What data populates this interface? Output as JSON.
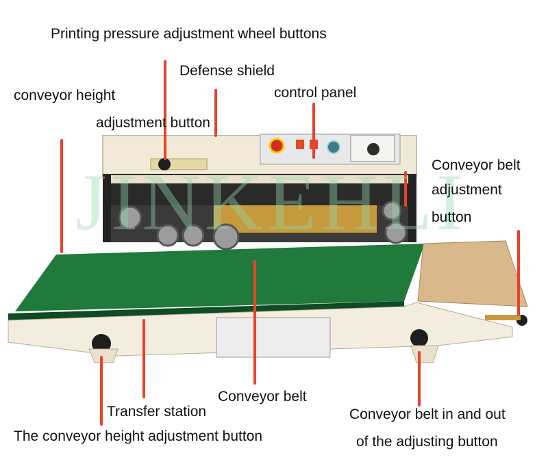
{
  "annotations": {
    "pressure_wheel": "Printing pressure adjustment wheel buttons",
    "defense_shield": "Defense shield",
    "conveyor_height_top_line1": "conveyor height",
    "conveyor_height_top_line2": "adjustment button",
    "control_panel": "control panel",
    "belt_adjust_line1": "Conveyor belt",
    "belt_adjust_line2": "adjustment",
    "belt_adjust_line3": "button",
    "conveyor_belt": "Conveyor belt",
    "transfer_station": "Transfer station",
    "conveyor_height_bottom": "The conveyor height adjustment button",
    "belt_in_out_line1": "Conveyor belt in and out",
    "belt_in_out_line2": "of the adjusting button"
  },
  "watermark": "JINKEHLI",
  "colors": {
    "leader_line": "#e8432a",
    "machine_body": "#f1ead8",
    "belt": "#1f7a3c",
    "tray": "#d9b98c",
    "metal": "#c49a3d"
  }
}
